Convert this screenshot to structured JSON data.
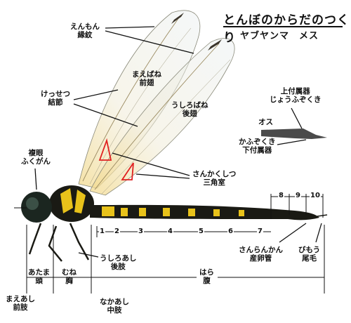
{
  "title": "とんぼのからだのつくり",
  "subtitle": "ヤブヤンマ　メス",
  "labels": {
    "enmon_kana": "えんもん",
    "enmon_kanji": "縁紋",
    "maebane_kana": "まえばね",
    "maebane_kanji": "前翅",
    "kessetsu_kana": "けっせつ",
    "kessetsu_kanji": "結節",
    "ushirobane_kana": "うしろばね",
    "ushirobane_kanji": "後翅",
    "jofuzokuki_kanji": "上付属器",
    "jofuzokuki_kana": "じょうふぞくき",
    "osu": "オス",
    "kafuzokuki_kana": "かふぞくき",
    "kafuzokuki_kanji": "下付属器",
    "fukugan_kanji": "複眼",
    "fukugan_kana": "ふくがん",
    "sankakushitsu_kana": "さんかくしつ",
    "sankakushitsu_kanji": "三角室",
    "ushiroashi_kana": "うしろあし",
    "ushiroashi_kanji": "後肢",
    "sanrankan_kana": "さんらんかん",
    "sanrankan_kanji": "産卵管",
    "bimou_kana": "びもう",
    "bimou_kanji": "尾毛",
    "atama_kana": "あたま",
    "atama_kanji": "頭",
    "mune_kana": "むね",
    "mune_kanji": "胸",
    "hara_kana": "はら",
    "hara_kanji": "腹",
    "maeashi_kana": "まえあし",
    "maeashi_kanji": "前肢",
    "nakaashi_kana": "なかあし",
    "nakaashi_kanji": "中肢"
  },
  "segments": [
    "1",
    "2",
    "3",
    "4",
    "5",
    "6",
    "7",
    "8",
    "9",
    "10"
  ],
  "colors": {
    "accent_red": "#e02020",
    "body_yellow": "#e8c21a",
    "body_dark": "#1a1a14"
  }
}
